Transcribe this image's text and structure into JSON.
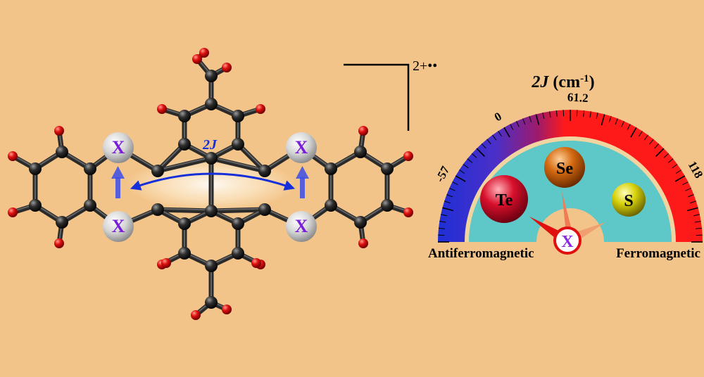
{
  "molecule": {
    "heteroatom_label": "X",
    "coupling_label": "2J",
    "charge_label": "2+••"
  },
  "gauge": {
    "title_italic": "2J",
    "title_unit": " (cm",
    "title_exp": "-1",
    "title_close": ")",
    "ticks": [
      {
        "value": "-57",
        "angle": -62
      },
      {
        "value": "0",
        "angle": -30
      },
      {
        "value": "61.2",
        "angle": 3
      },
      {
        "value": "118",
        "angle": 60
      }
    ],
    "left_label": "Antiferromagnetic",
    "right_label": "Ferromagnetic",
    "needle_label": "X",
    "spheres": [
      {
        "label": "Te",
        "color": "#d8102c"
      },
      {
        "label": "Se",
        "color": "#d46a10"
      },
      {
        "label": "S",
        "color": "#d8d20c"
      }
    ],
    "colors": {
      "antiferro": "#1f2fd6",
      "ferro": "#ff1a1a",
      "inner": "#5dc8c7",
      "needle_x": "#8a2be2"
    }
  }
}
